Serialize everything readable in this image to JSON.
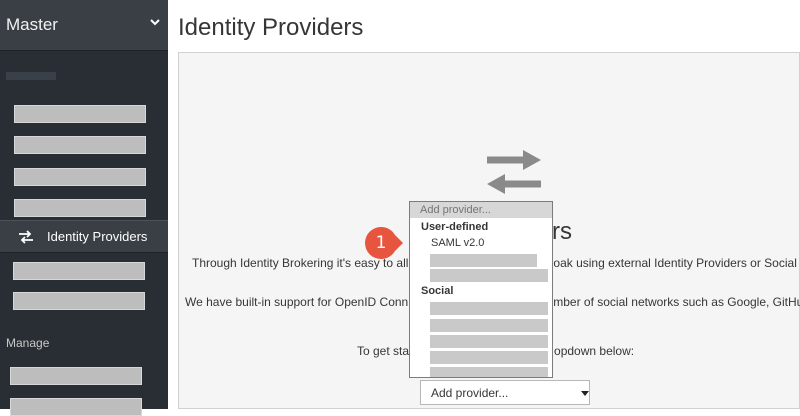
{
  "sidebar": {
    "realm_name": "Master",
    "active_item_label": "Identity Providers",
    "manage_label": "Manage"
  },
  "main": {
    "page_title": "Identity Providers",
    "empty_title_suffix": "rs",
    "text_line1": "Through Identity Brokering it's easy to all",
    "text_line1_end": "oak using external Identity Providers or Social",
    "text_line2": "We have built-in support for OpenID Conn",
    "text_line2_end": "mber of social networks such as Google, GitHub",
    "text_line3": "To get sta",
    "text_line3_end": "opdown below:",
    "select_label": "Add provider..."
  },
  "dropdown": {
    "header": "Add provider...",
    "group_user_defined": "User-defined",
    "option_saml": "SAML v2.0",
    "group_social": "Social"
  },
  "callout": {
    "number": "1",
    "color": "#e8553f"
  },
  "colors": {
    "sidebar_bg": "#292e34",
    "accent": "#e8553f"
  },
  "icons": {
    "realm_chevron": "chevron-down-icon",
    "identity_providers": "exchange-arrows-icon"
  }
}
